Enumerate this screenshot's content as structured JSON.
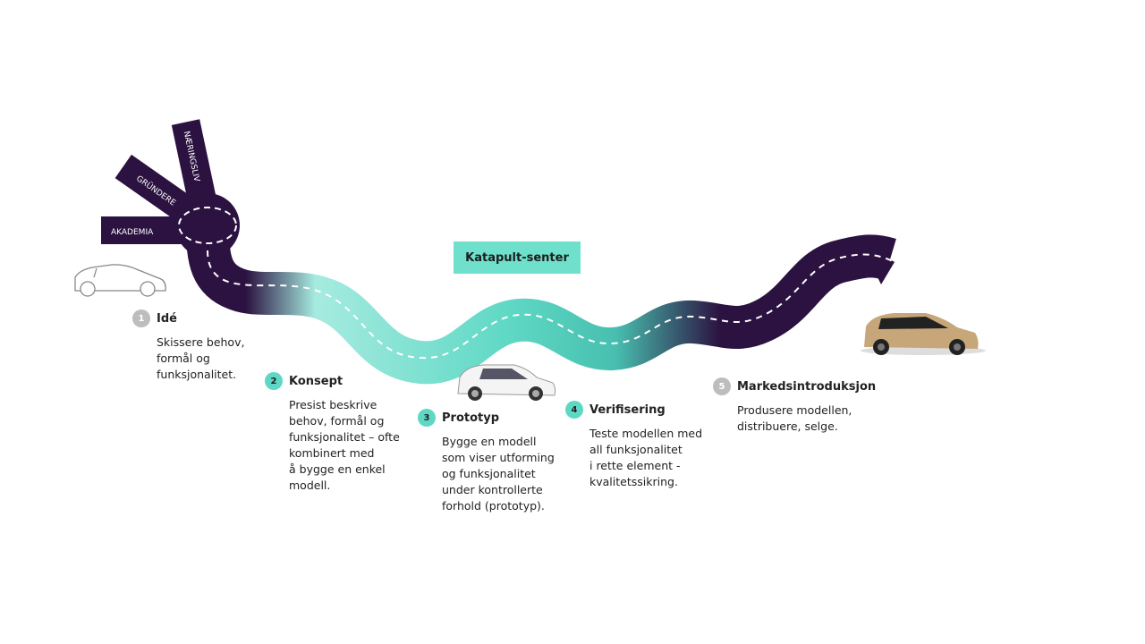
{
  "arms": [
    "AKADEMIA",
    "GRÜNDERE",
    "NÆRINGSLIV"
  ],
  "center_label": "Katapult-senter",
  "steps": [
    {
      "num": "1",
      "title": "Idé",
      "desc": "Skissere behov,\nformål og\nfunksjonalitet."
    },
    {
      "num": "2",
      "title": "Konsept",
      "desc": "Presist beskrive\nbehov, formål og\nfunksjonalitet – ofte\nkombinert med\nå bygge en enkel\nmodell."
    },
    {
      "num": "3",
      "title": "Prototyp",
      "desc": "Bygge en modell\nsom viser utforming\nog funksjonalitet\nunder kontrollerte\nforhold (prototyp)."
    },
    {
      "num": "4",
      "title": "Verifisering",
      "desc": "Teste modellen med\nall funksjonalitet\ni rette element -\nkvalitetssikring."
    },
    {
      "num": "5",
      "title": "Markedsintroduksjon",
      "desc": "Produsere modellen,\ndistribuere, selge."
    }
  ],
  "colors": {
    "dark": "#2b1240",
    "teal": "#5ed8c4",
    "light_teal": "#a6ebe0",
    "grey": "#bdbdbd"
  }
}
